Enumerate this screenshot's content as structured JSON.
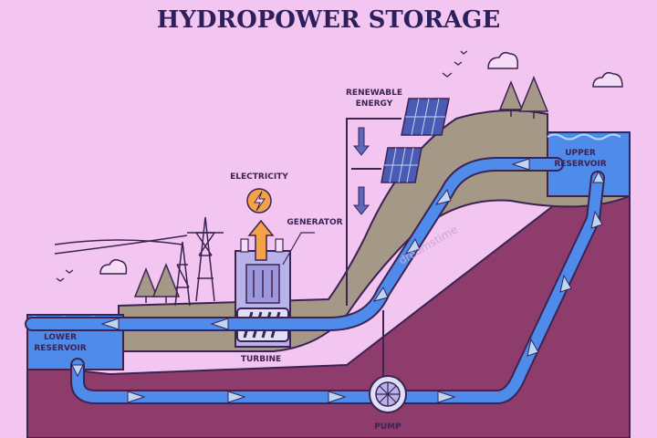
{
  "title": "HYDROPOWER STORAGE",
  "labels": {
    "renewable_line1": "RENEWABLE",
    "renewable_line2": "ENERGY",
    "electricity": "ELECTRICITY",
    "generator": "GENERATOR",
    "upper_line1": "UPPER",
    "upper_line2": "RESERVOIR",
    "lower_line1": "LOWER",
    "lower_line2": "RESERVOIR",
    "turbine": "TURBINE",
    "pump": "PUMP"
  },
  "watermark": "dreamstime",
  "colors": {
    "background": "#f3c6f1",
    "water": "#4f8bea",
    "water_light": "#bcd6f5",
    "earth": "#8e3c6b",
    "hill": "#a69886",
    "outline": "#3b2353",
    "electric": "#f4a247"
  }
}
